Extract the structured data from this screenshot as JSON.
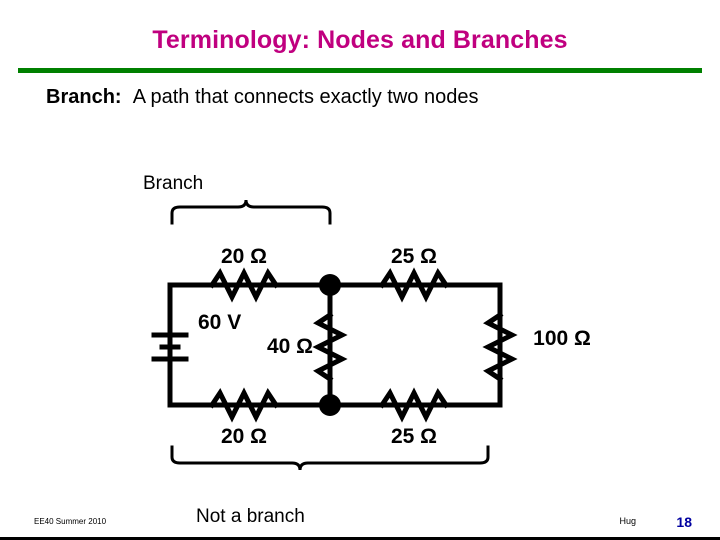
{
  "slide": {
    "title": "Terminology: Nodes and Branches",
    "definition_label": "Branch",
    "definition_colon": ":",
    "definition_text": "A path that connects exactly two nodes",
    "callout_top": "Branch",
    "callout_bottom": "Not a branch",
    "accent_title_color": "#C0007F",
    "rule_color": "#008000",
    "page_number_color": "#0000A0"
  },
  "circuit": {
    "source_label": "60 V",
    "resistors": [
      {
        "id": "r-top-left",
        "label": "20 Ω"
      },
      {
        "id": "r-top-right",
        "label": "25 Ω"
      },
      {
        "id": "r-middle",
        "label": "40 Ω"
      },
      {
        "id": "r-right",
        "label": "100 Ω"
      },
      {
        "id": "r-bottom-left",
        "label": "20 Ω"
      },
      {
        "id": "r-bottom-right",
        "label": "25 Ω"
      }
    ],
    "node_count": 2
  },
  "footer": {
    "course": "EE40 Summer 2010",
    "instructor": "Hug",
    "page": "18"
  }
}
